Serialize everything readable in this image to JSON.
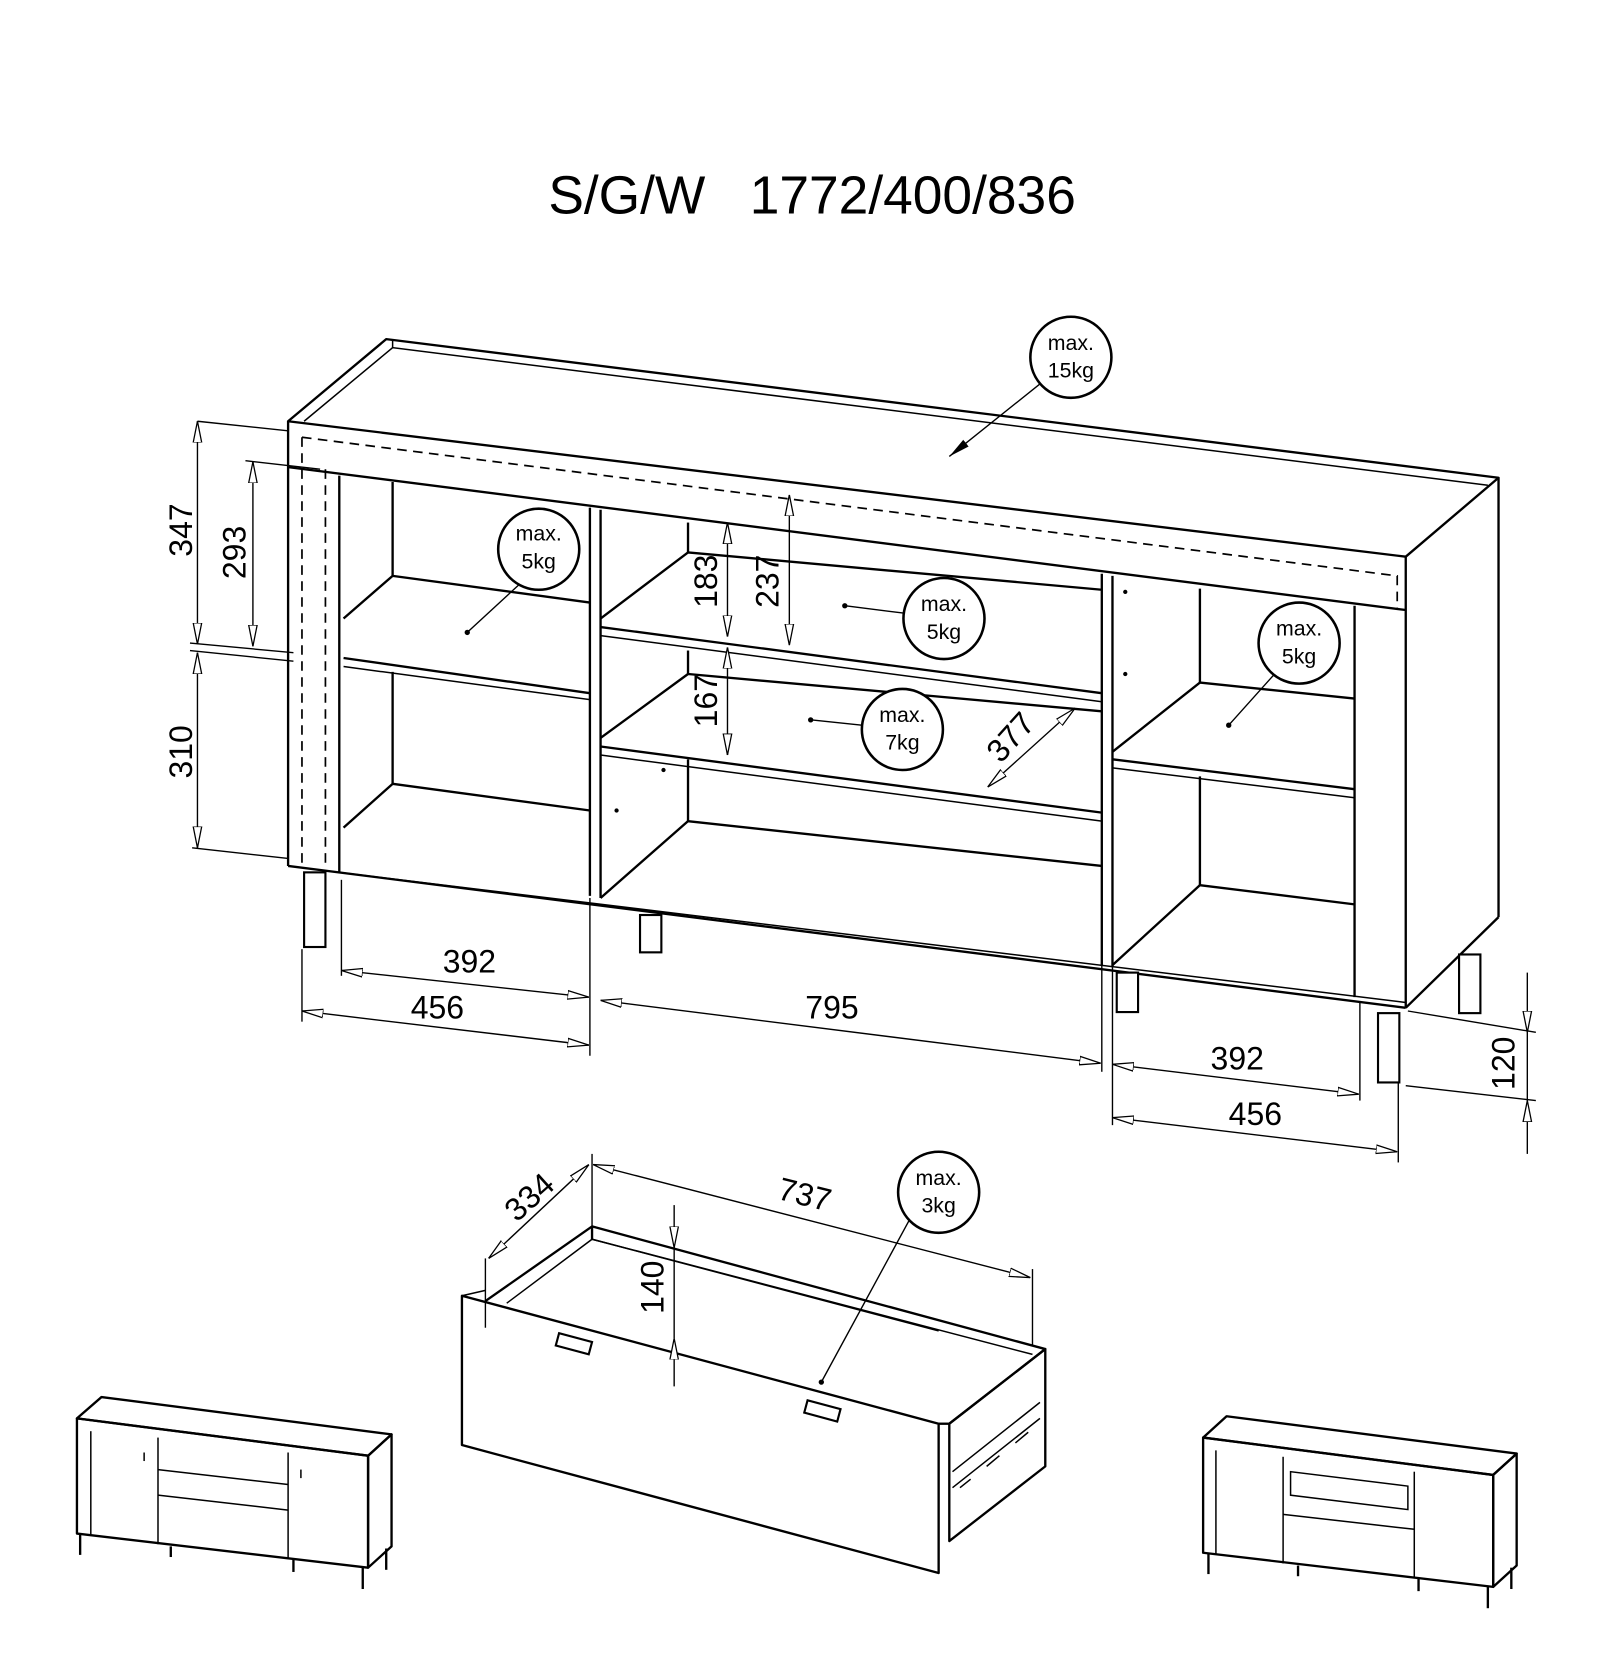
{
  "title": "S/G/W   1772/400/836",
  "dimensions": {
    "overall_upper_height": "347",
    "upper_inner_height": "293",
    "lower_height": "310",
    "middle_upper_shelf": "183",
    "middle_upper_total": "237",
    "middle_lower_shelf": "167",
    "depth_inner": "377",
    "left_inner_width": "392",
    "left_outer_width": "456",
    "middle_width": "795",
    "right_inner_width": "392",
    "right_outer_width": "456",
    "leg_height": "120",
    "drawer_depth": "334",
    "drawer_width": "737",
    "drawer_height": "140"
  },
  "loads": {
    "top": {
      "line1": "max.",
      "line2": "15kg"
    },
    "left_shelf": {
      "line1": "max.",
      "line2": "5kg"
    },
    "middle_upper": {
      "line1": "max.",
      "line2": "5kg"
    },
    "middle_lower": {
      "line1": "max.",
      "line2": "7kg"
    },
    "right_shelf": {
      "line1": "max.",
      "line2": "5kg"
    },
    "drawer": {
      "line1": "max.",
      "line2": "3kg"
    }
  }
}
